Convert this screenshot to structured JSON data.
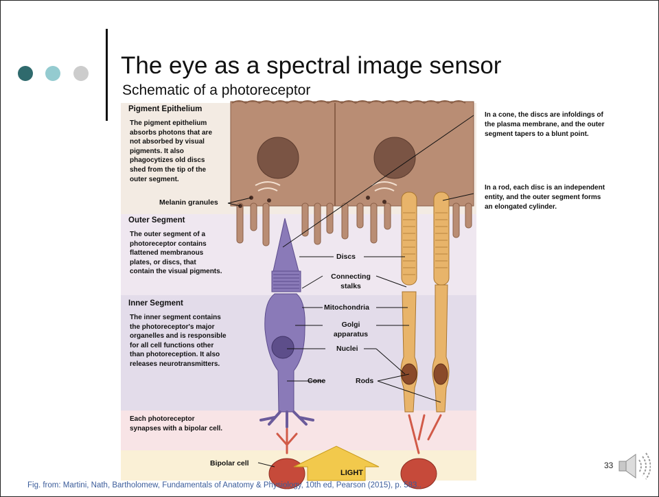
{
  "slide": {
    "title": "The eye as a spectral image sensor",
    "subtitle": "Schematic of a photoreceptor",
    "page_number": "33",
    "caption": "Fig. from: Martini, Nath, Bartholomew, Fundamentals of Anatomy & Physiology, 10th ed, Pearson (2015), p. 583..",
    "accent_colors": [
      "#2f6a6d",
      "#94cbd0",
      "#cccccc"
    ]
  },
  "figure": {
    "sections": {
      "pigment_heading": "Pigment Epithelium",
      "pigment_text": [
        "The pigment epithelium",
        "absorbs photons that are",
        "not absorbed by visual",
        "pigments. It also",
        "phagocytizes old discs",
        "shed from the tip of the",
        "outer segment."
      ],
      "outer_heading": "Outer Segment",
      "outer_text": [
        "The outer segment of a",
        "photoreceptor contains",
        "flattened membranous",
        "plates, or discs, that",
        "contain the visual pigments."
      ],
      "inner_heading": "Inner Segment",
      "inner_text": [
        "The inner segment contains",
        "the photoreceptor's major",
        "organelles and is responsible",
        "for all cell functions other",
        "than photoreception. It also",
        "releases neurotransmitters."
      ],
      "synapse_text": [
        "Each photoreceptor",
        "synapses with a bipolar cell."
      ]
    },
    "labels": {
      "melanin": "Melanin granules",
      "discs": "Discs",
      "connecting": [
        "Connecting",
        "stalks"
      ],
      "mitochondria": "Mitochondria",
      "golgi": [
        "Golgi",
        "apparatus"
      ],
      "nuclei": "Nuclei",
      "cone": "Cone",
      "rods": "Rods",
      "bipolar": "Bipolar cell",
      "light": "LIGHT"
    },
    "side_notes": {
      "cone_note": [
        "In a cone, the discs are infoldings of",
        "the plasma membrane, and the outer",
        "segment tapers to a blunt point."
      ],
      "rod_note": [
        "In a rod, each disc is an independent",
        "entity, and the outer segment forms",
        "an elongated cylinder."
      ]
    }
  },
  "icons": [
    "speaker-icon"
  ]
}
